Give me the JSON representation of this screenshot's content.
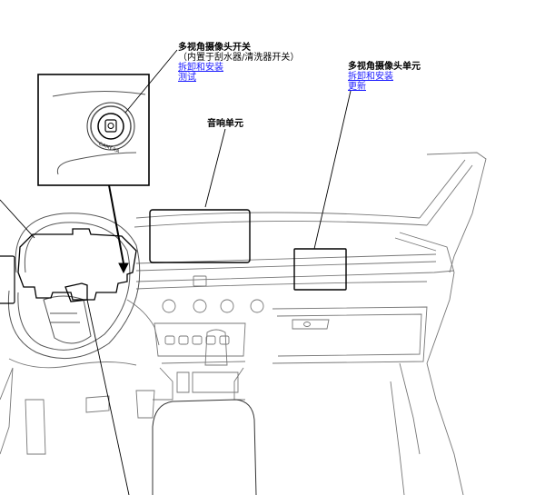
{
  "callouts": {
    "camera_switch": {
      "title": "多视角摄像头开关",
      "note": "（内置于刮水器/清洗器开关）",
      "links": [
        "拆卸和安装",
        "测试"
      ]
    },
    "camera_unit": {
      "title": "多视角摄像头单元",
      "links": [
        "拆卸和安装",
        "更新"
      ]
    },
    "audio_unit": {
      "title": "音响单元"
    }
  },
  "inset": {
    "button_text": "CAMERA",
    "icon": "camera-icon"
  }
}
